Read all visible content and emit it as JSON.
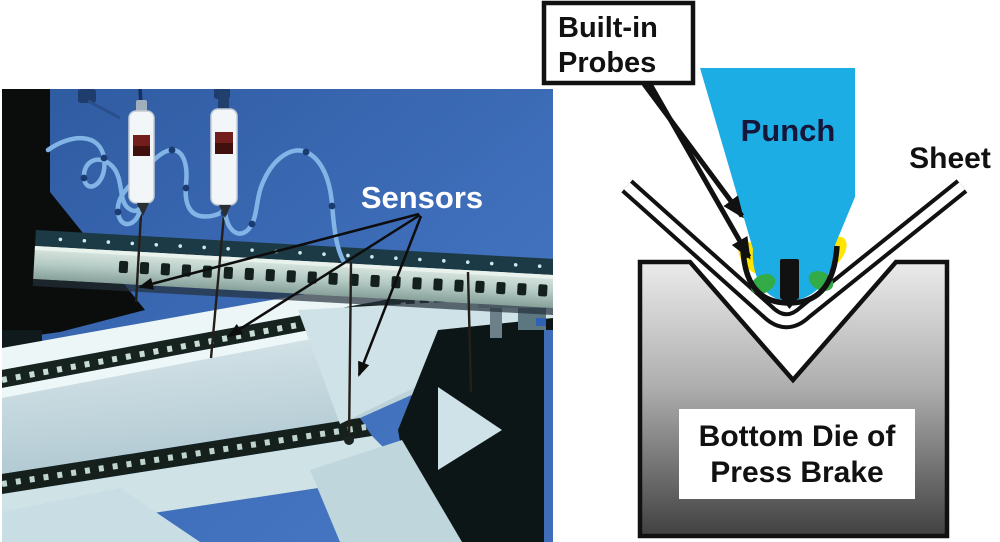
{
  "photo": {
    "sensors_label": "Sensors",
    "colors": {
      "panel_blue": "#3A6BB5",
      "cable_blue": "#82B4E6",
      "bar_metal": "#C2D6CF",
      "sensors_label_color": "#FFFFFF"
    }
  },
  "diagram": {
    "probes_label_line1": "Built-in",
    "probes_label_line2": "Probes",
    "punch_label": "Punch",
    "sheet_label": "Sheet",
    "die_label_line1": "Bottom Die of",
    "die_label_line2": "Press Brake",
    "colors": {
      "punch_cyan": "#1CADE4",
      "probe_yellow": "#FFE500",
      "probe_green": "#33AC47",
      "die_gray_top": "#ECECEC",
      "die_gray_bottom": "#3F3F3F",
      "outline_black": "#111111",
      "punch_text": "#16163A"
    }
  }
}
